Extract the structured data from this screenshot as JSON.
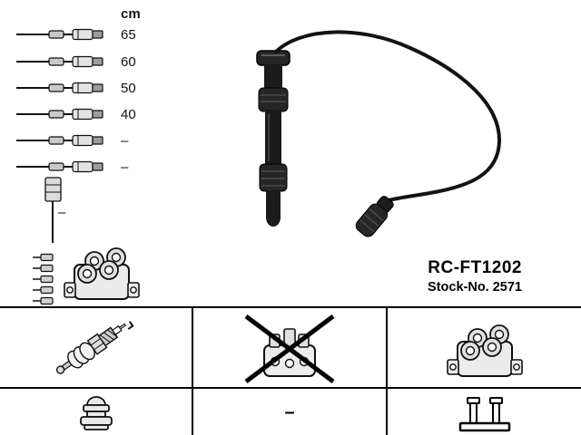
{
  "product": {
    "code": "RC-FT1202",
    "stock_no": "Stock-No. 2571"
  },
  "cable_table": {
    "unit_header": "cm",
    "lengths": [
      "65",
      "60",
      "50",
      "40",
      "–",
      "–"
    ],
    "coil_lead_length": "–"
  },
  "compatibility_grid": {
    "cells": [
      {
        "icon": "spark-plug-icon",
        "text": ""
      },
      {
        "icon": "distributor-cap-crossed-out-icon",
        "crossed_out": true,
        "text": ""
      },
      {
        "icon": "ignition-coil-icon",
        "text": ""
      },
      {
        "icon": "plug-cap-icon",
        "text": ""
      },
      {
        "icon": "none",
        "text": "–"
      },
      {
        "icon": "wire-holder-icon",
        "text": ""
      }
    ]
  },
  "colors": {
    "ink": "#000000",
    "background": "#ffffff",
    "boot_fill": "#1d1d1d",
    "metal_fill": "#d9d9d9"
  }
}
